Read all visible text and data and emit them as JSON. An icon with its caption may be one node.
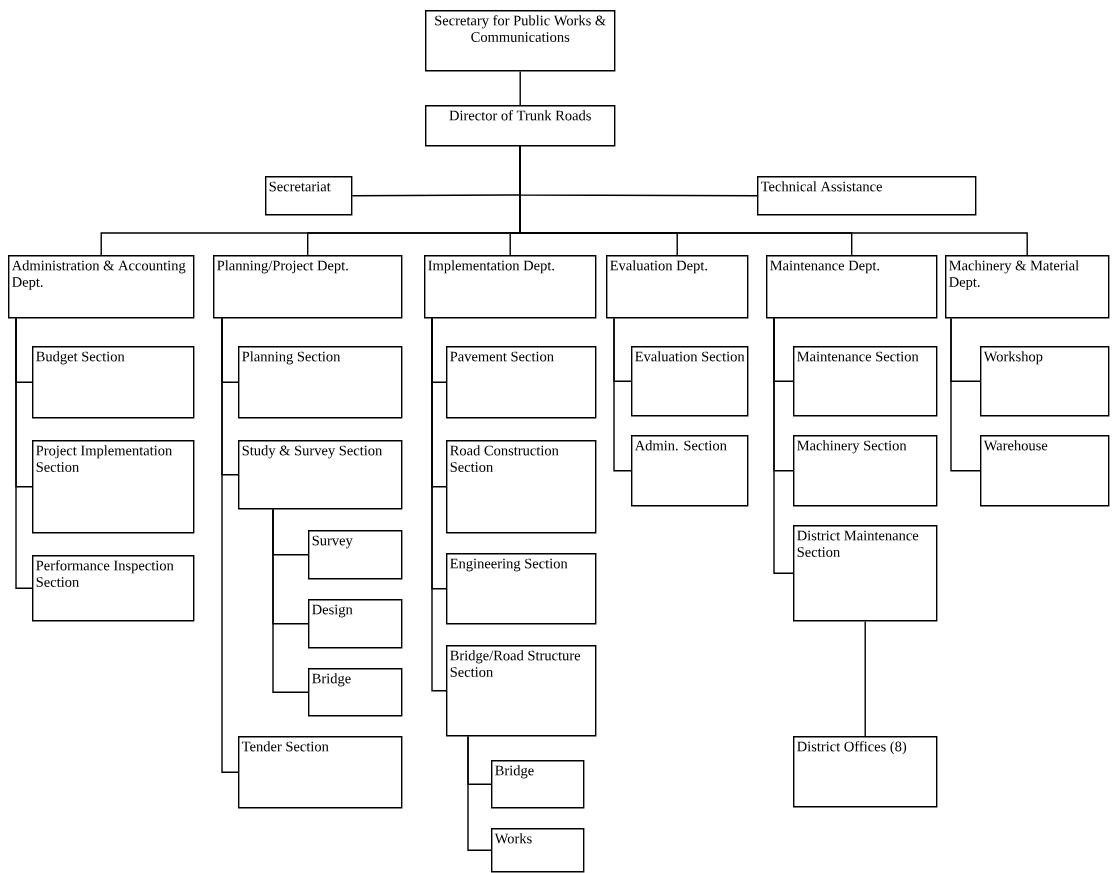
{
  "diagram": {
    "nodes": [
      {
        "text": [
          "Secretary for Public Works & Communications"
        ]
      },
      {
        "text": [
          "Director of Trunk Roads"
        ]
      },
      {
        "text": [
          "Secretariat"
        ]
      },
      {
        "text": [
          "Technical Assistance"
        ]
      },
      {
        "text": [
          "Administration & Accounting Dept."
        ]
      },
      {
        "text": [
          "Planning/Project Dept."
        ]
      },
      {
        "text": [
          "Implementation Dept."
        ]
      },
      {
        "text": [
          "Evaluation Dept."
        ]
      },
      {
        "text": [
          "Maintenance Dept."
        ]
      },
      {
        "text": [
          "Machinery & Material Dept."
        ]
      },
      {
        "text": [
          "Budget Section"
        ]
      },
      {
        "text": [
          "Project Implementation Section"
        ]
      },
      {
        "text": [
          "Performance Inspection Section"
        ]
      },
      {
        "text": [
          "Planning Section"
        ]
      },
      {
        "text": [
          "Study & Survey Section"
        ]
      },
      {
        "text": [
          "Survey"
        ]
      },
      {
        "text": [
          "Design"
        ]
      },
      {
        "text": [
          "Bridge"
        ]
      },
      {
        "text": [
          "Tender Section"
        ]
      },
      {
        "text": [
          "Pavement Section"
        ]
      },
      {
        "text": [
          "Road Construction Section"
        ]
      },
      {
        "text": [
          "Engineering Section"
        ]
      },
      {
        "text": [
          "Bridge/Road Structure Section"
        ]
      },
      {
        "text": [
          "Bridge"
        ]
      },
      {
        "text": [
          "Works"
        ]
      },
      {
        "text": [
          "Evaluation Section"
        ]
      },
      {
        "text": [
          "Admin. Section"
        ]
      },
      {
        "text": [
          "Maintenance Section"
        ]
      },
      {
        "text": [
          "Machinery Section"
        ]
      },
      {
        "text": [
          "District Maintenance Section"
        ]
      },
      {
        "text": [
          "District Offices (8)"
        ]
      },
      {
        "text": [
          "Workshop"
        ]
      },
      {
        "text": [
          "Warehouse"
        ]
      }
    ],
    "edges": [
      {
        "from": 0,
        "to": 1,
        "arrow": "none"
      },
      {
        "from": 1,
        "to": 2,
        "arrow": "none"
      },
      {
        "from": 1,
        "to": 3,
        "arrow": "none"
      },
      {
        "from": 1,
        "to": 4,
        "arrow": "none"
      },
      {
        "from": 1,
        "to": 5,
        "arrow": "none"
      },
      {
        "from": 1,
        "to": 6,
        "arrow": "none"
      },
      {
        "from": 1,
        "to": 7,
        "arrow": "none"
      },
      {
        "from": 1,
        "to": 8,
        "arrow": "none"
      },
      {
        "from": 1,
        "to": 9,
        "arrow": "none"
      },
      {
        "from": 4,
        "to": 10,
        "arrow": "none"
      },
      {
        "from": 4,
        "to": 11,
        "arrow": "none"
      },
      {
        "from": 4,
        "to": 12,
        "arrow": "none"
      },
      {
        "from": 5,
        "to": 13,
        "arrow": "none"
      },
      {
        "from": 5,
        "to": 14,
        "arrow": "none"
      },
      {
        "from": 14,
        "to": 15,
        "arrow": "none"
      },
      {
        "from": 14,
        "to": 16,
        "arrow": "none"
      },
      {
        "from": 14,
        "to": 17,
        "arrow": "none"
      },
      {
        "from": 5,
        "to": 18,
        "arrow": "none"
      },
      {
        "from": 6,
        "to": 19,
        "arrow": "none"
      },
      {
        "from": 6,
        "to": 20,
        "arrow": "none"
      },
      {
        "from": 6,
        "to": 21,
        "arrow": "none"
      },
      {
        "from": 6,
        "to": 22,
        "arrow": "none"
      },
      {
        "from": 22,
        "to": 23,
        "arrow": "none"
      },
      {
        "from": 22,
        "to": 24,
        "arrow": "none"
      },
      {
        "from": 7,
        "to": 25,
        "arrow": "none"
      },
      {
        "from": 7,
        "to": 26,
        "arrow": "none"
      },
      {
        "from": 8,
        "to": 27,
        "arrow": "none"
      },
      {
        "from": 8,
        "to": 28,
        "arrow": "none"
      },
      {
        "from": 8,
        "to": 29,
        "arrow": "none"
      },
      {
        "from": 29,
        "to": 30,
        "arrow": "none"
      },
      {
        "from": 9,
        "to": 31,
        "arrow": "none"
      },
      {
        "from": 9,
        "to": 32,
        "arrow": "none"
      }
    ]
  }
}
